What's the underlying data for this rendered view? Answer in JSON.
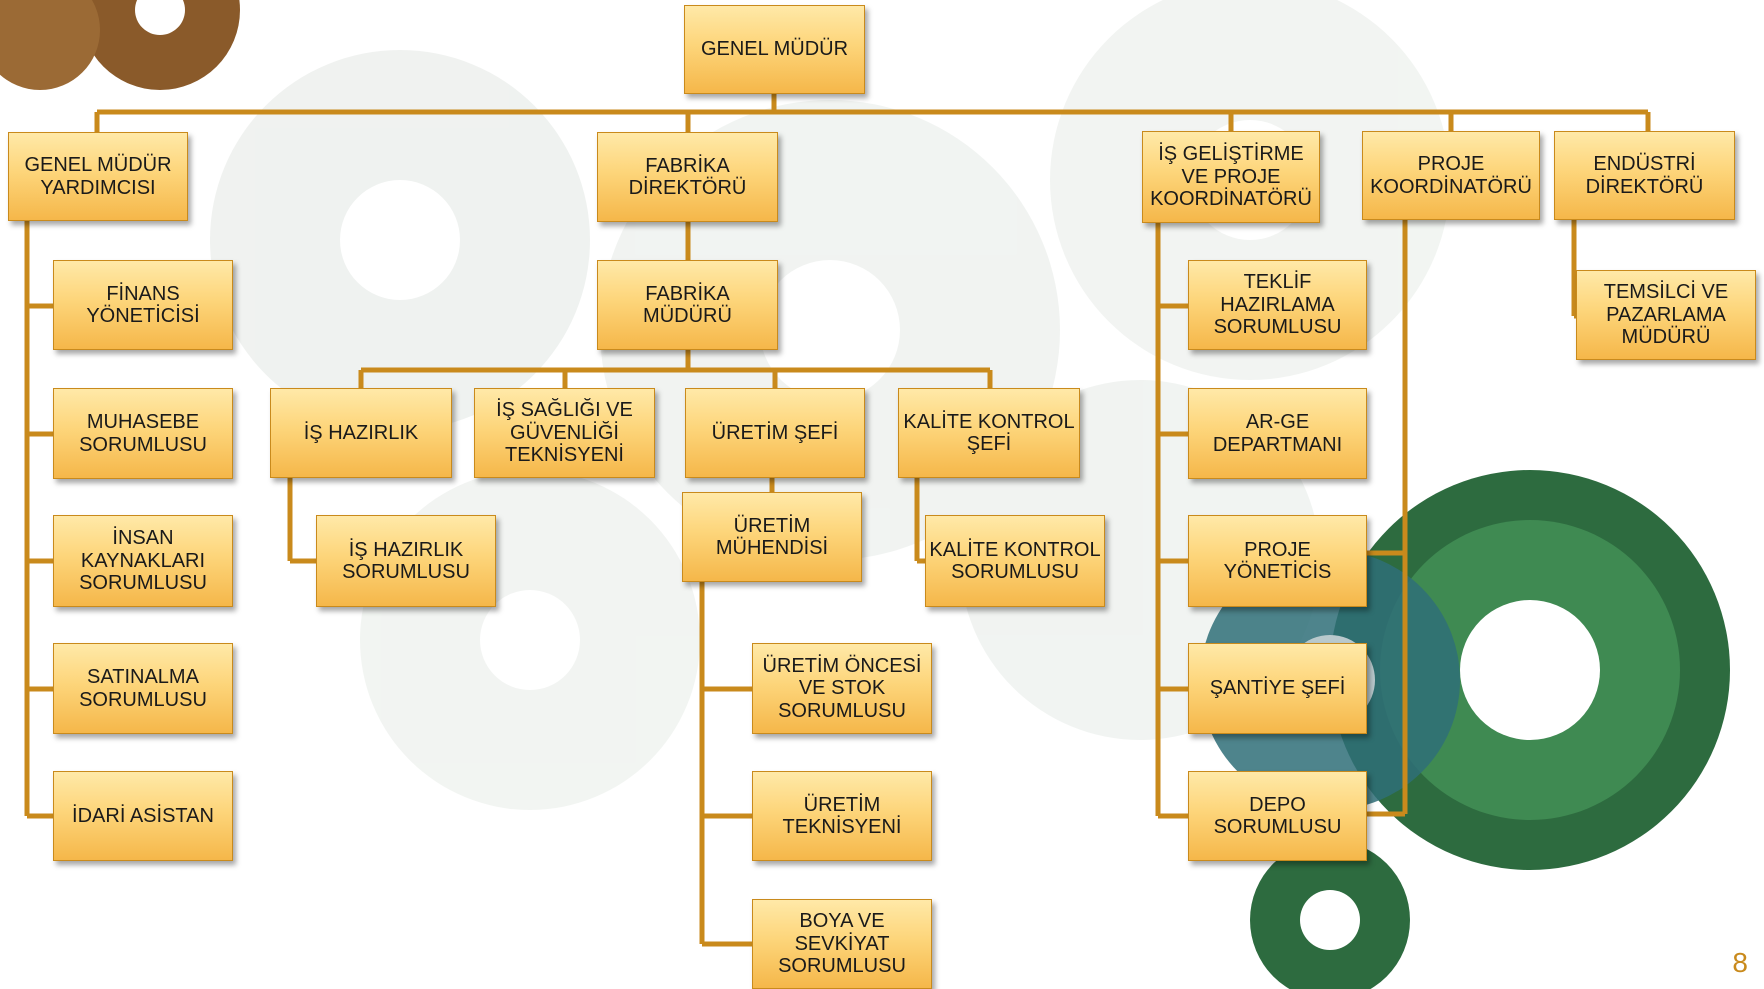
{
  "org_chart": {
    "general_manager": "GENEL MÜDÜR",
    "level1": {
      "deputy_gm": "GENEL MÜDÜR\nYARDIMCISI",
      "factory_director": "FABRİKA\nDİREKTÖRÜ",
      "bizdev_coordinator": "İŞ GELİŞTİRME\nVE PROJE\nKOORDİNATÖRÜ",
      "project_coordinator": "PROJE\nKOORDİNATÖRÜ",
      "industry_director": "ENDÜSTRİ\nDİREKTÖRÜ"
    },
    "deputy_reports": [
      "FİNANS\nYÖNETİCİSİ",
      "MUHASEBE\nSORUMLUSU",
      "İNSAN\nKAYNAKLARI\nSORUMLUSU",
      "SATINALMA\nSORUMLUSU",
      "İDARİ ASİSTAN"
    ],
    "factory_manager": "FABRİKA\nMÜDÜRÜ",
    "factory_units": {
      "work_prep": "İŞ HAZIRLIK",
      "ohs_technician": "İŞ SAĞLIĞI VE\nGÜVENLİĞİ\nTEKNİSYENİ",
      "production_chief": "ÜRETİM ŞEFİ",
      "quality_chief": "KALİTE KONTROL\nŞEFİ"
    },
    "work_prep_officer": "İŞ HAZIRLIK\nSORUMLUSU",
    "production_engineer": "ÜRETİM\nMÜHENDİSİ",
    "quality_officer": "KALİTE KONTROL\nSORUMLUSU",
    "production_reports": [
      "ÜRETİM ÖNCESİ\nVE STOK\nSORUMLUSU",
      "ÜRETİM\nTEKNİSYENİ",
      "BOYA VE\nSEVKİYAT\nSORUMLUSU"
    ],
    "bizdev_reports": [
      "TEKLİF\nHAZIRLAMA\nSORUMLUSU",
      "AR-GE\nDEPARTMANI",
      "PROJE\nYÖNETİCİS",
      "ŞANTİYE ŞEFİ",
      "DEPO\nSORUMLUSU"
    ],
    "industry_report": "TEMSİLCİ VE\nPAZARLAMA\nMÜDÜRÜ"
  },
  "slide_number": "8",
  "colors": {
    "box_fill": "#fdd57a",
    "connector": "#c98a1c",
    "page_number": "#c98a1c"
  }
}
